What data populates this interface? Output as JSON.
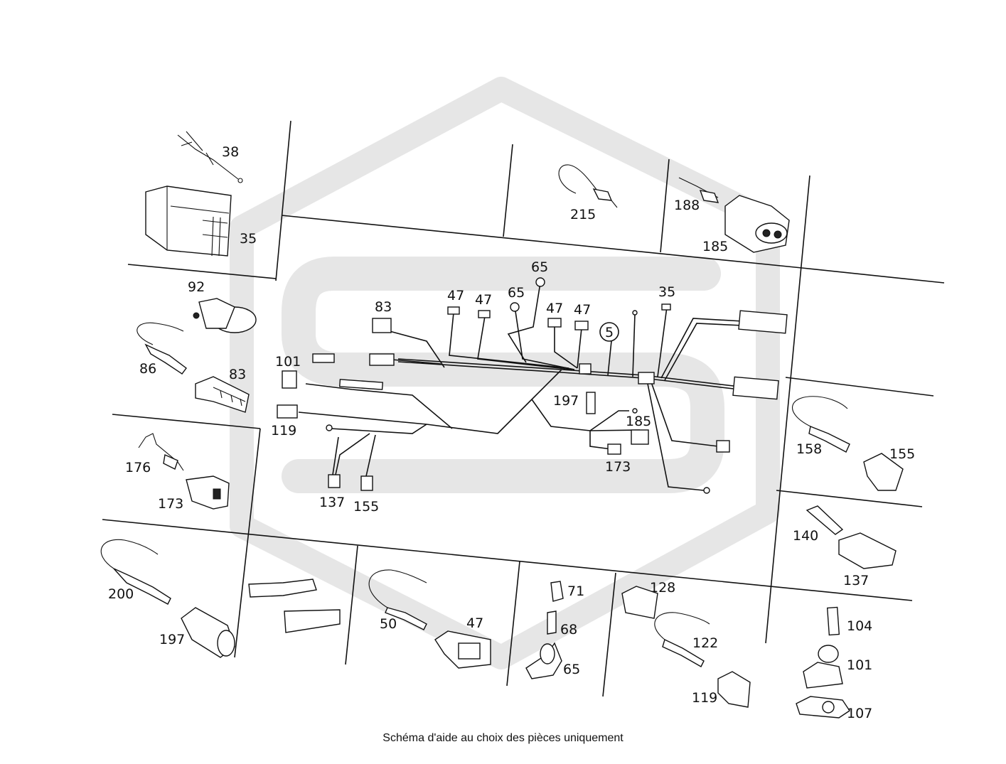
{
  "caption": "Schéma d'aide au choix des pièces uniquement",
  "center_label": "5",
  "colors": {
    "line": "#111111",
    "watermark": "#e6e6e6",
    "background": "#ffffff"
  },
  "parts": [
    {
      "name": "38"
    },
    {
      "name": "35"
    },
    {
      "name": "92"
    },
    {
      "name": "86"
    },
    {
      "name": "83"
    },
    {
      "name": "176"
    },
    {
      "name": "173"
    },
    {
      "name": "200"
    },
    {
      "name": "197"
    },
    {
      "name": "50"
    },
    {
      "name": "47"
    },
    {
      "name": "71"
    },
    {
      "name": "68"
    },
    {
      "name": "65"
    },
    {
      "name": "128"
    },
    {
      "name": "122"
    },
    {
      "name": "119"
    },
    {
      "name": "215"
    },
    {
      "name": "188"
    },
    {
      "name": "185"
    },
    {
      "name": "158"
    },
    {
      "name": "155"
    },
    {
      "name": "140"
    },
    {
      "name": "137"
    },
    {
      "name": "104"
    },
    {
      "name": "101"
    },
    {
      "name": "107"
    }
  ],
  "harness_labels": [
    {
      "name": "83"
    },
    {
      "name": "47"
    },
    {
      "name": "47"
    },
    {
      "name": "65"
    },
    {
      "name": "65"
    },
    {
      "name": "47"
    },
    {
      "name": "47"
    },
    {
      "name": "35"
    },
    {
      "name": "101"
    },
    {
      "name": "119"
    },
    {
      "name": "197"
    },
    {
      "name": "185"
    },
    {
      "name": "173"
    },
    {
      "name": "137"
    },
    {
      "name": "155"
    }
  ]
}
